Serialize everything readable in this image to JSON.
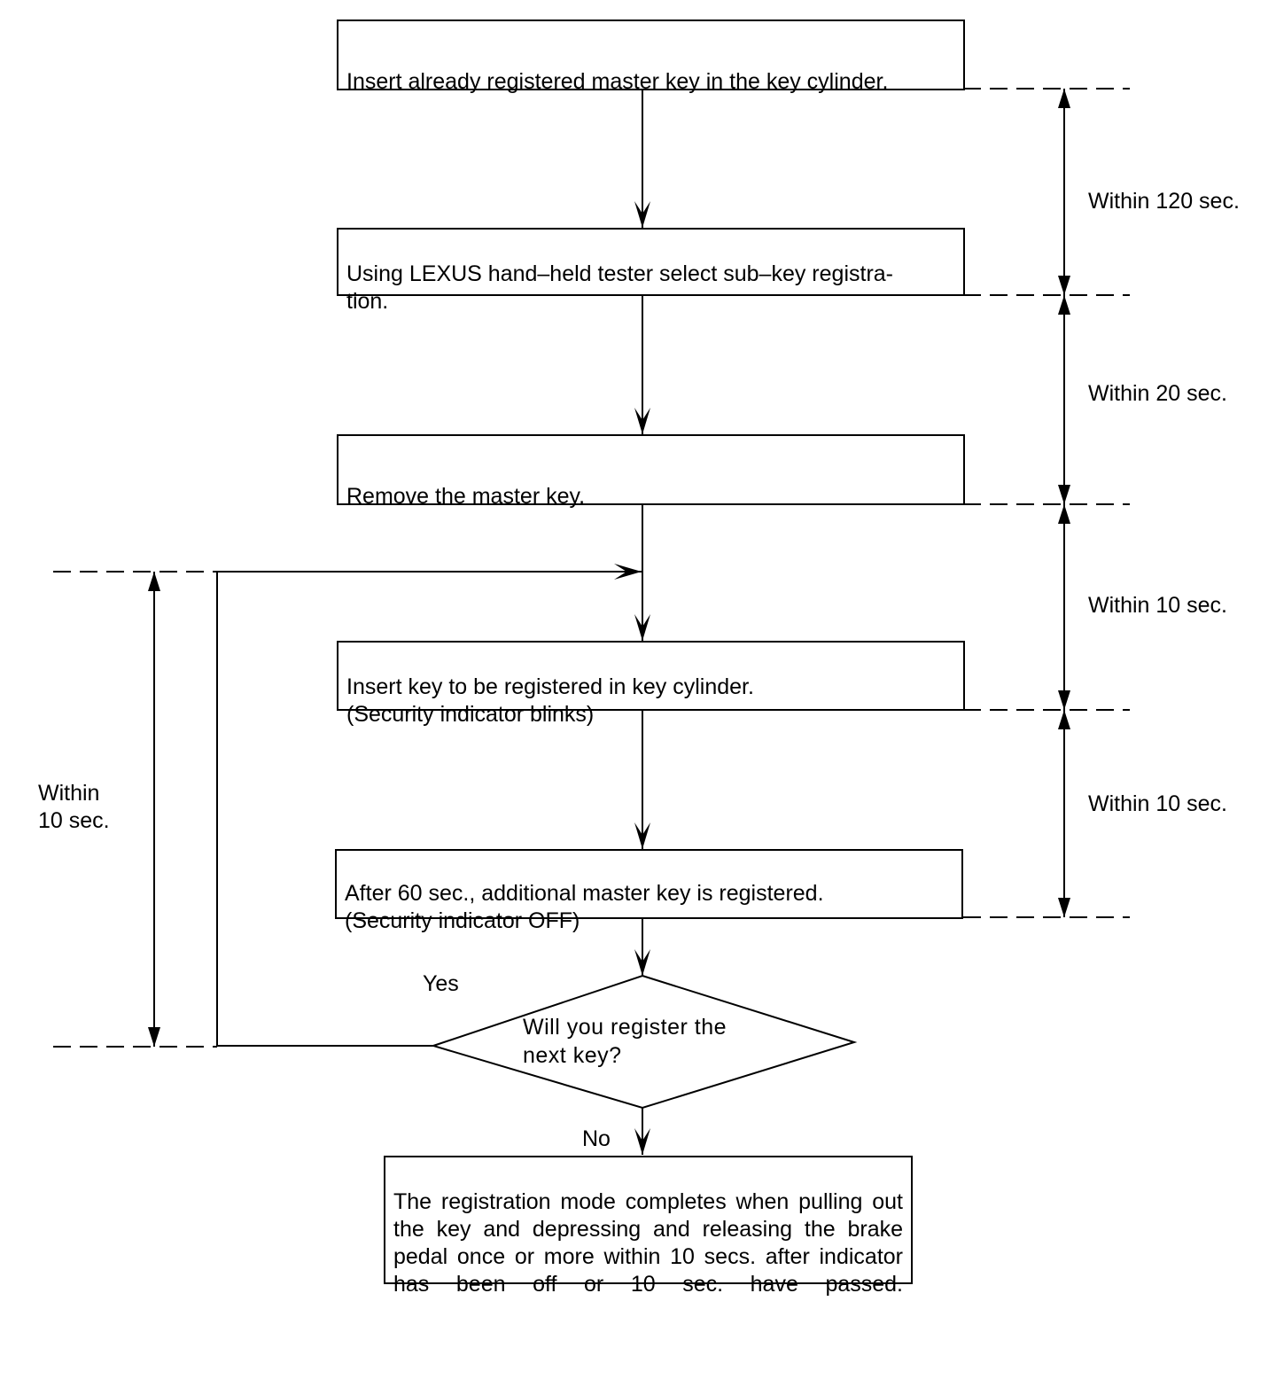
{
  "steps": {
    "step1": "Insert already registered master key in the key cylinder.",
    "step2": "Using LEXUS hand–held tester select sub–key registra-\ntion.",
    "step3": "Remove the master key.",
    "step4": "Insert key to be registered in key cylinder.\n(Security indicator blinks)",
    "step5": "After 60 sec., additional master key is registered.\n(Security indicator OFF)",
    "decision": "Will you register the\nnext key?",
    "final": "The registration mode completes when pulling out the key and depressing and releasing the brake pedal once or more within 10 secs. after indicator has been off or 10 sec. have passed."
  },
  "branches": {
    "yes": "Yes",
    "no": "No"
  },
  "timings": {
    "t1": "Within 120 sec.",
    "t2": "Within 20 sec.",
    "t3": "Within 10 sec.",
    "t4": "Within 10 sec.",
    "loop": "Within\n10 sec."
  }
}
